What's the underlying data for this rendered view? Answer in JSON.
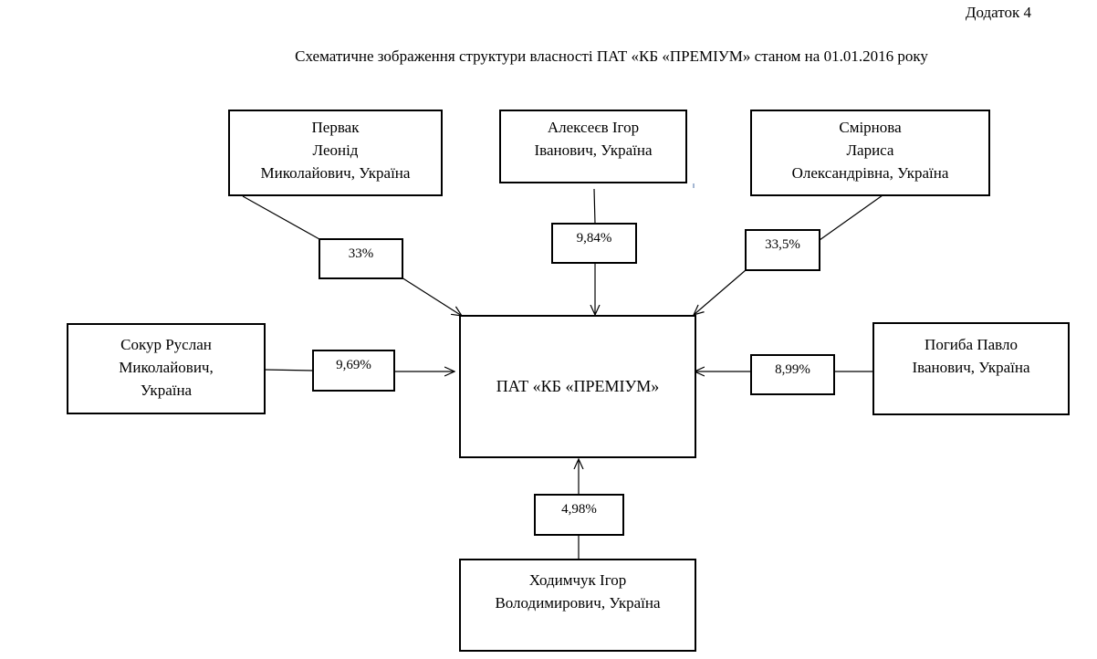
{
  "header": {
    "page_label": "Додаток 4",
    "title": "Схематичне зображення структури власності ПАТ «КБ «ПРЕМІУМ» станом на 01.01.2016 року"
  },
  "center": {
    "label": "ПАТ «КБ «ПРЕМІУМ»"
  },
  "owners": {
    "pervak": {
      "lines": [
        "Первак",
        "Леонід",
        "Миколайович, Україна"
      ],
      "share": "33%"
    },
    "alekseev": {
      "lines": [
        "Алексеєв Ігор",
        "Іванович, Україна"
      ],
      "share": "9,84%"
    },
    "smirnova": {
      "lines": [
        "Смірнова",
        "Лариса",
        "Олександрівна, Україна"
      ],
      "share": "33,5%"
    },
    "sokur": {
      "lines": [
        "Сокур Руслан",
        "Миколайович,",
        "Україна"
      ],
      "share": "9,69%"
    },
    "pohyba": {
      "lines": [
        "Погиба Павло",
        "Іванович, Україна"
      ],
      "share": "8,99%"
    },
    "khodymchuk": {
      "lines": [
        "Ходимчук Ігор",
        "Володимирович, Україна"
      ],
      "share": "4,98%"
    }
  }
}
